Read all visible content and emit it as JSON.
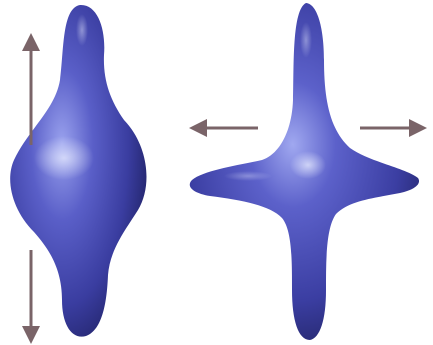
{
  "colors": {
    "background": "#ffffff",
    "shape_fill": "#4b4fb8",
    "shape_highlight": "#8a92e8",
    "shape_shadow": "#282a78",
    "arrow_color": "#7a6468"
  },
  "figures": [
    {
      "shape": "vertically-elongated blob with pointed top and bottom",
      "arrows": [
        "arrow-up",
        "arrow-down"
      ]
    },
    {
      "shape": "four-pointed star-like blob",
      "arrows": [
        "arrow-left",
        "arrow-right"
      ]
    }
  ]
}
